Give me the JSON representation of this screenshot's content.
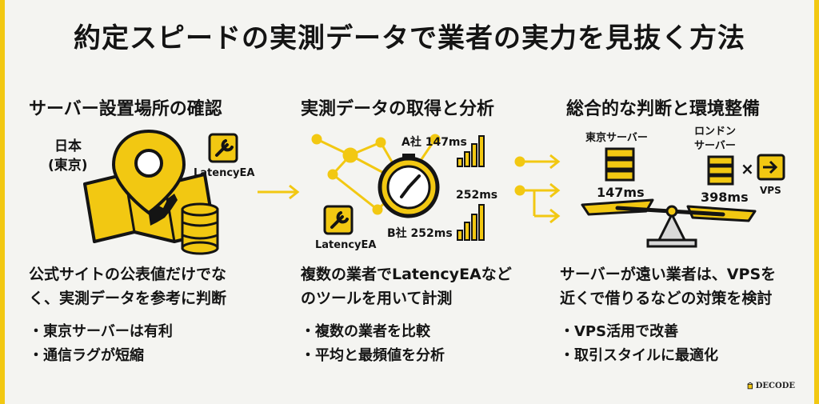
{
  "title": "約定スピードの実測データで業者の実力を見抜く方法",
  "columns": [
    {
      "heading": "サーバー設置場所の確認",
      "labels": {
        "location": [
          "日本",
          "(東京)"
        ],
        "tool": "LatencyEA"
      },
      "desc_lines": [
        "公式サイトの公表値だけでな",
        "く、実測データを参考に判断"
      ],
      "bullets": [
        "東京サーバーは有利",
        "通信ラグが短縮"
      ]
    },
    {
      "heading": "実測データの取得と分析",
      "labels": {
        "a": "A社 147ms",
        "mid": "252ms",
        "b": "B社 252ms",
        "tool": "LatencyEA"
      },
      "desc_lines": [
        "複数の業者でLatencyEAなど",
        "のツールを用いて計測"
      ],
      "bullets": [
        "複数の業者を比較",
        "平均と最頻値を分析"
      ]
    },
    {
      "heading": "総合的な判断と環境整備",
      "labels": {
        "tokyo": "東京サーバー",
        "london": [
          "ロンドン",
          "サーバー"
        ],
        "tokyo_ms": "147ms",
        "london_ms": "398ms",
        "times": "×",
        "vps": "VPS"
      },
      "desc_lines": [
        "サーバーが遠い業者は、VPSを",
        "近くで借りるなどの対策を検討"
      ],
      "bullets": [
        "VPS活用で改善",
        "取引スタイルに最適化"
      ]
    }
  ],
  "logo": "DECODE",
  "colors": {
    "accent": "#f2c812",
    "ink": "#141414",
    "bg": "#f4f4f1"
  }
}
